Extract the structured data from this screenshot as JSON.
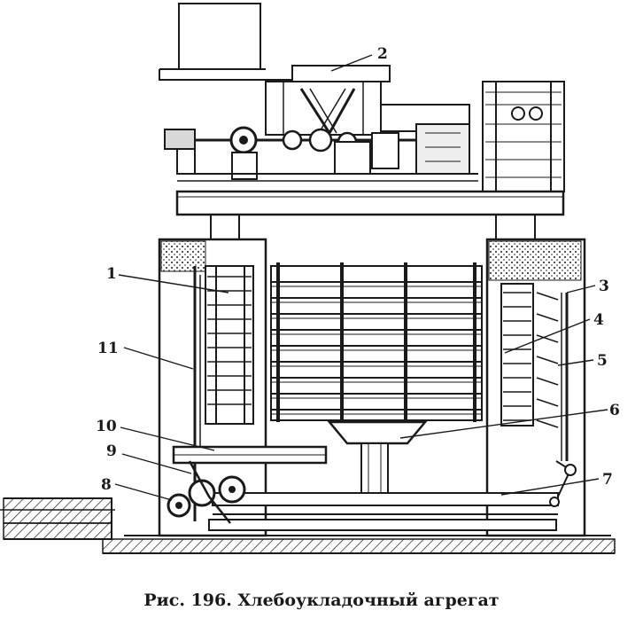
{
  "caption": "Рис. 196. Хлебоукладочный агрегат",
  "callouts": [
    "1",
    "2",
    "3",
    "4",
    "5",
    "6",
    "7",
    "8",
    "9",
    "10",
    "11"
  ]
}
